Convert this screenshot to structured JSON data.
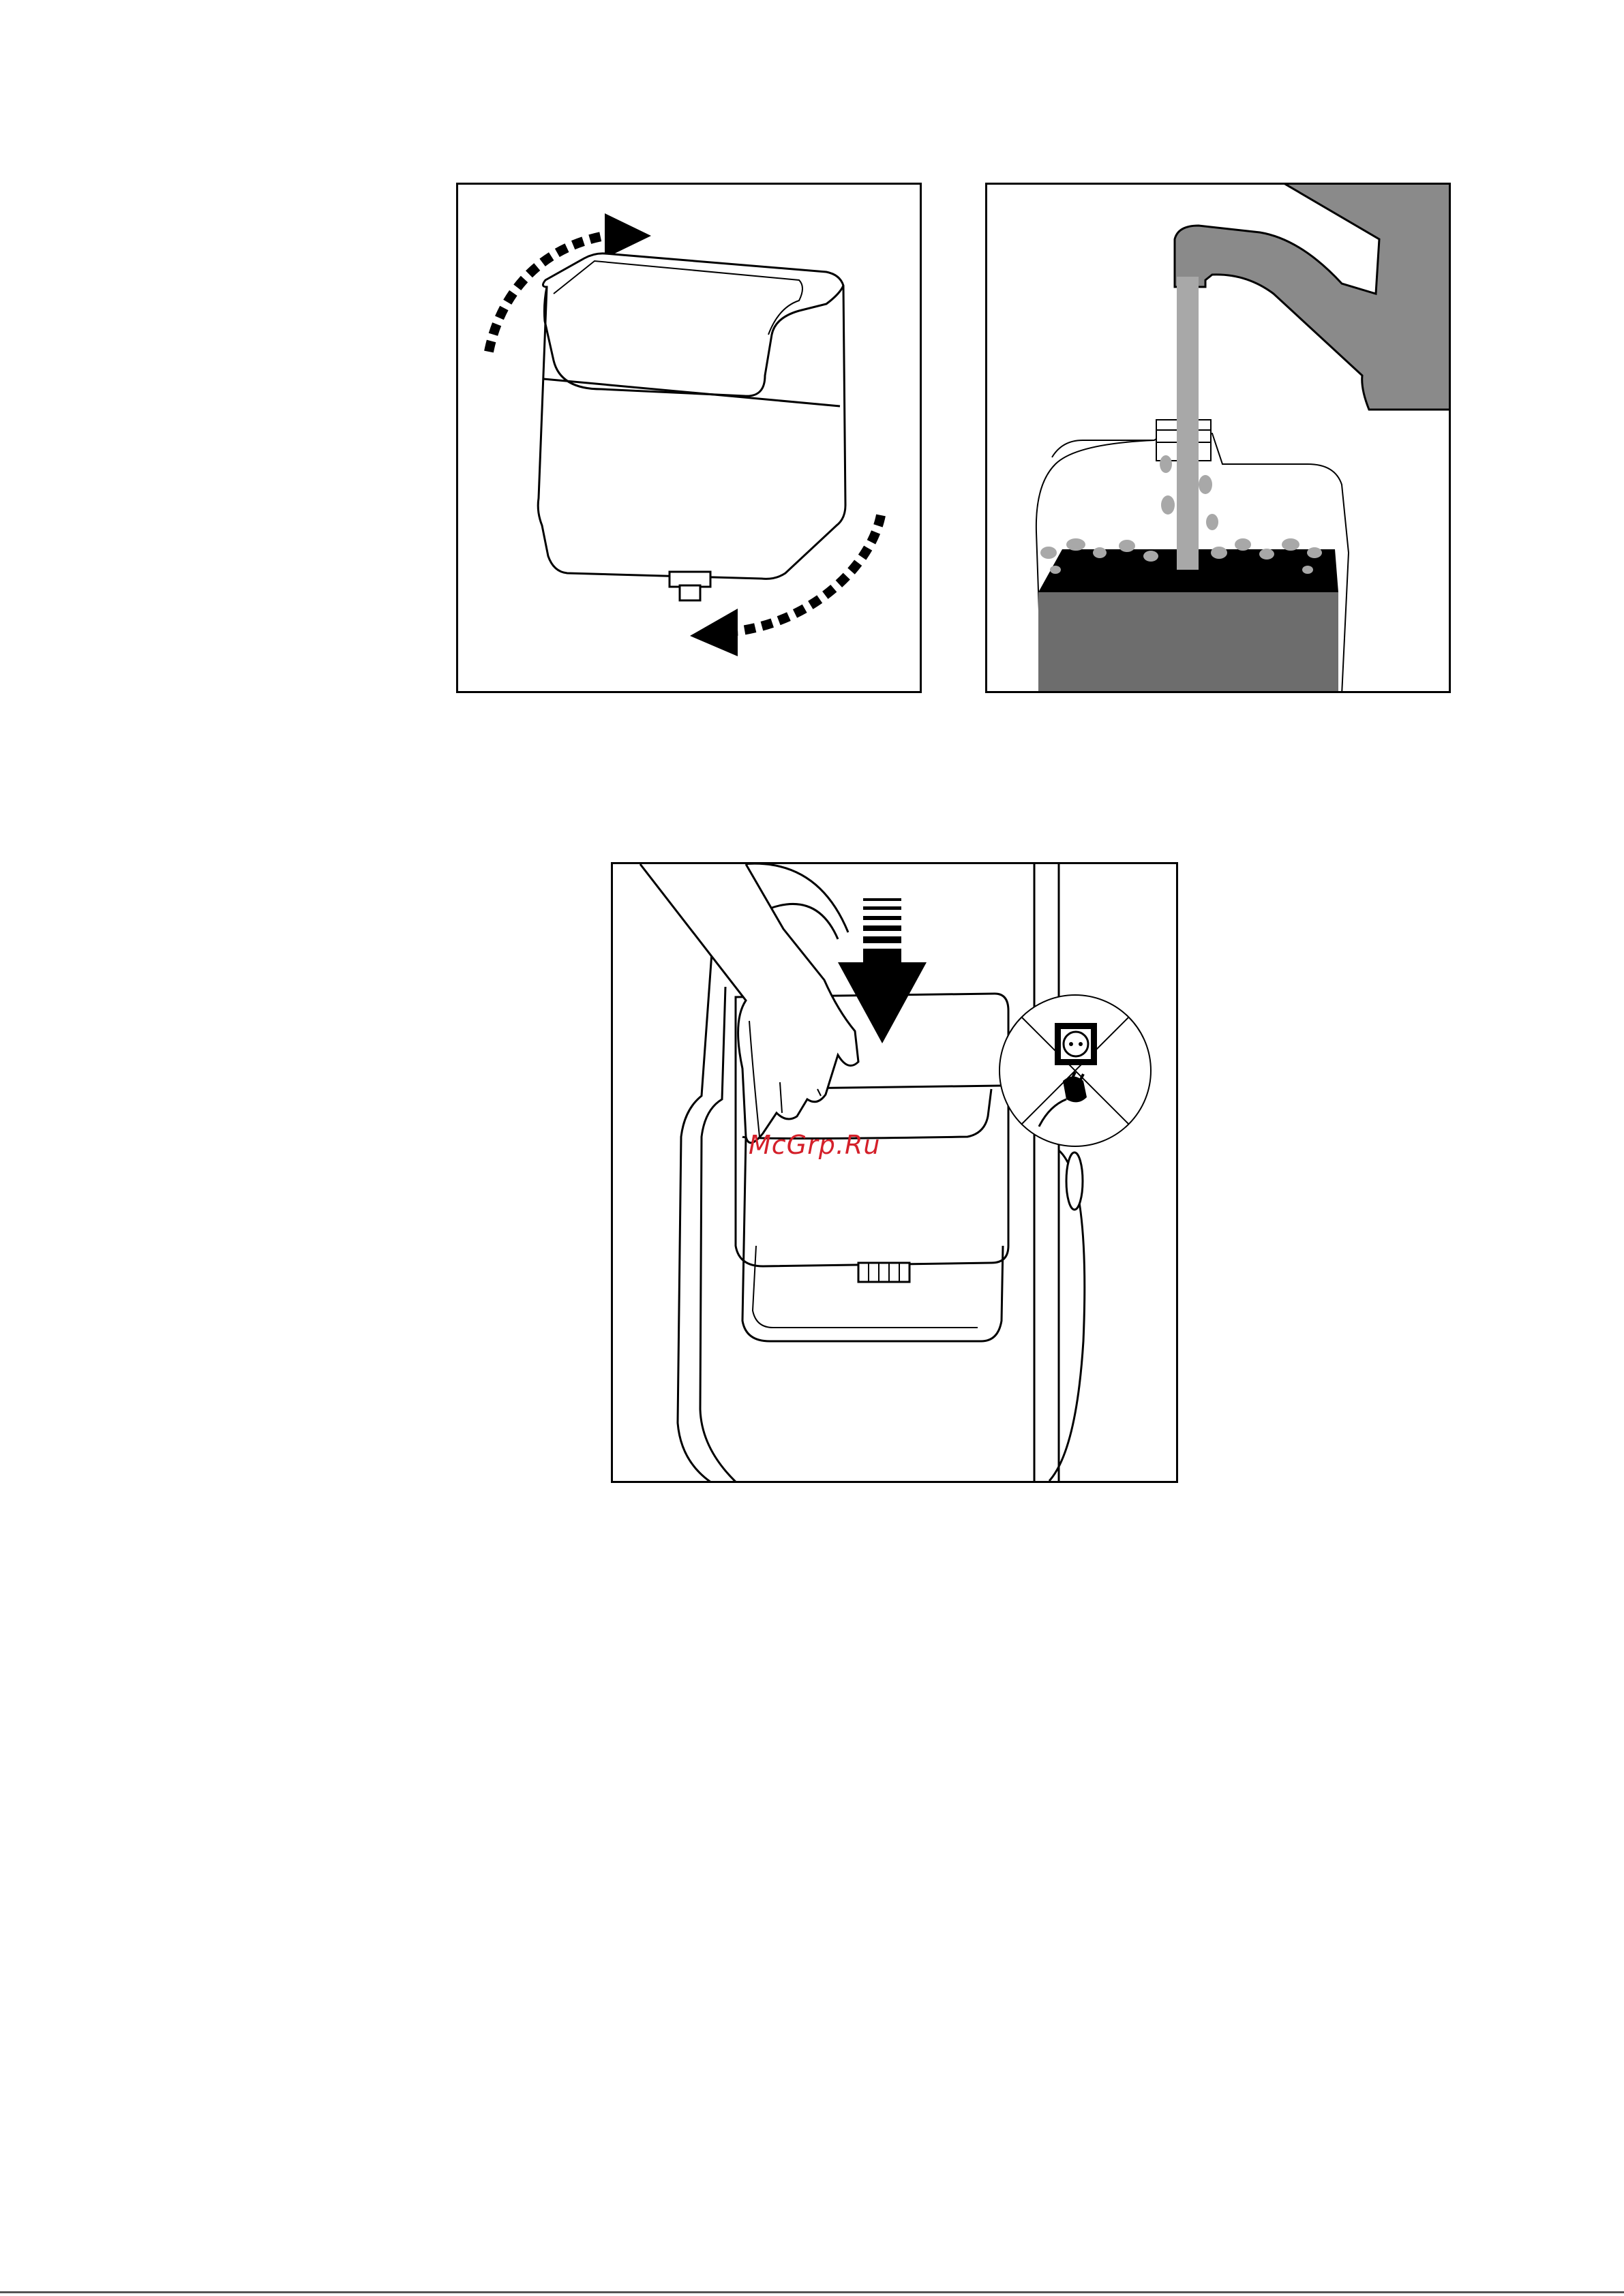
{
  "watermark": {
    "text": "McGrp.Ru",
    "color": "#d4202a"
  },
  "illustrations": [
    {
      "id": "rotate-tank",
      "icon": "rotate-tank-illustration"
    },
    {
      "id": "fill-tank-at-tap",
      "icon": "water-tap-illustration"
    },
    {
      "id": "insert-tank",
      "icon": "insert-tank-illustration",
      "badge": "unplugged-socket-icon"
    }
  ],
  "colors": {
    "line": "#000000",
    "tap_gray": "#8a8a8a",
    "water_gray": "#a8a8a8",
    "tank_dark": "#6d6d6d"
  }
}
